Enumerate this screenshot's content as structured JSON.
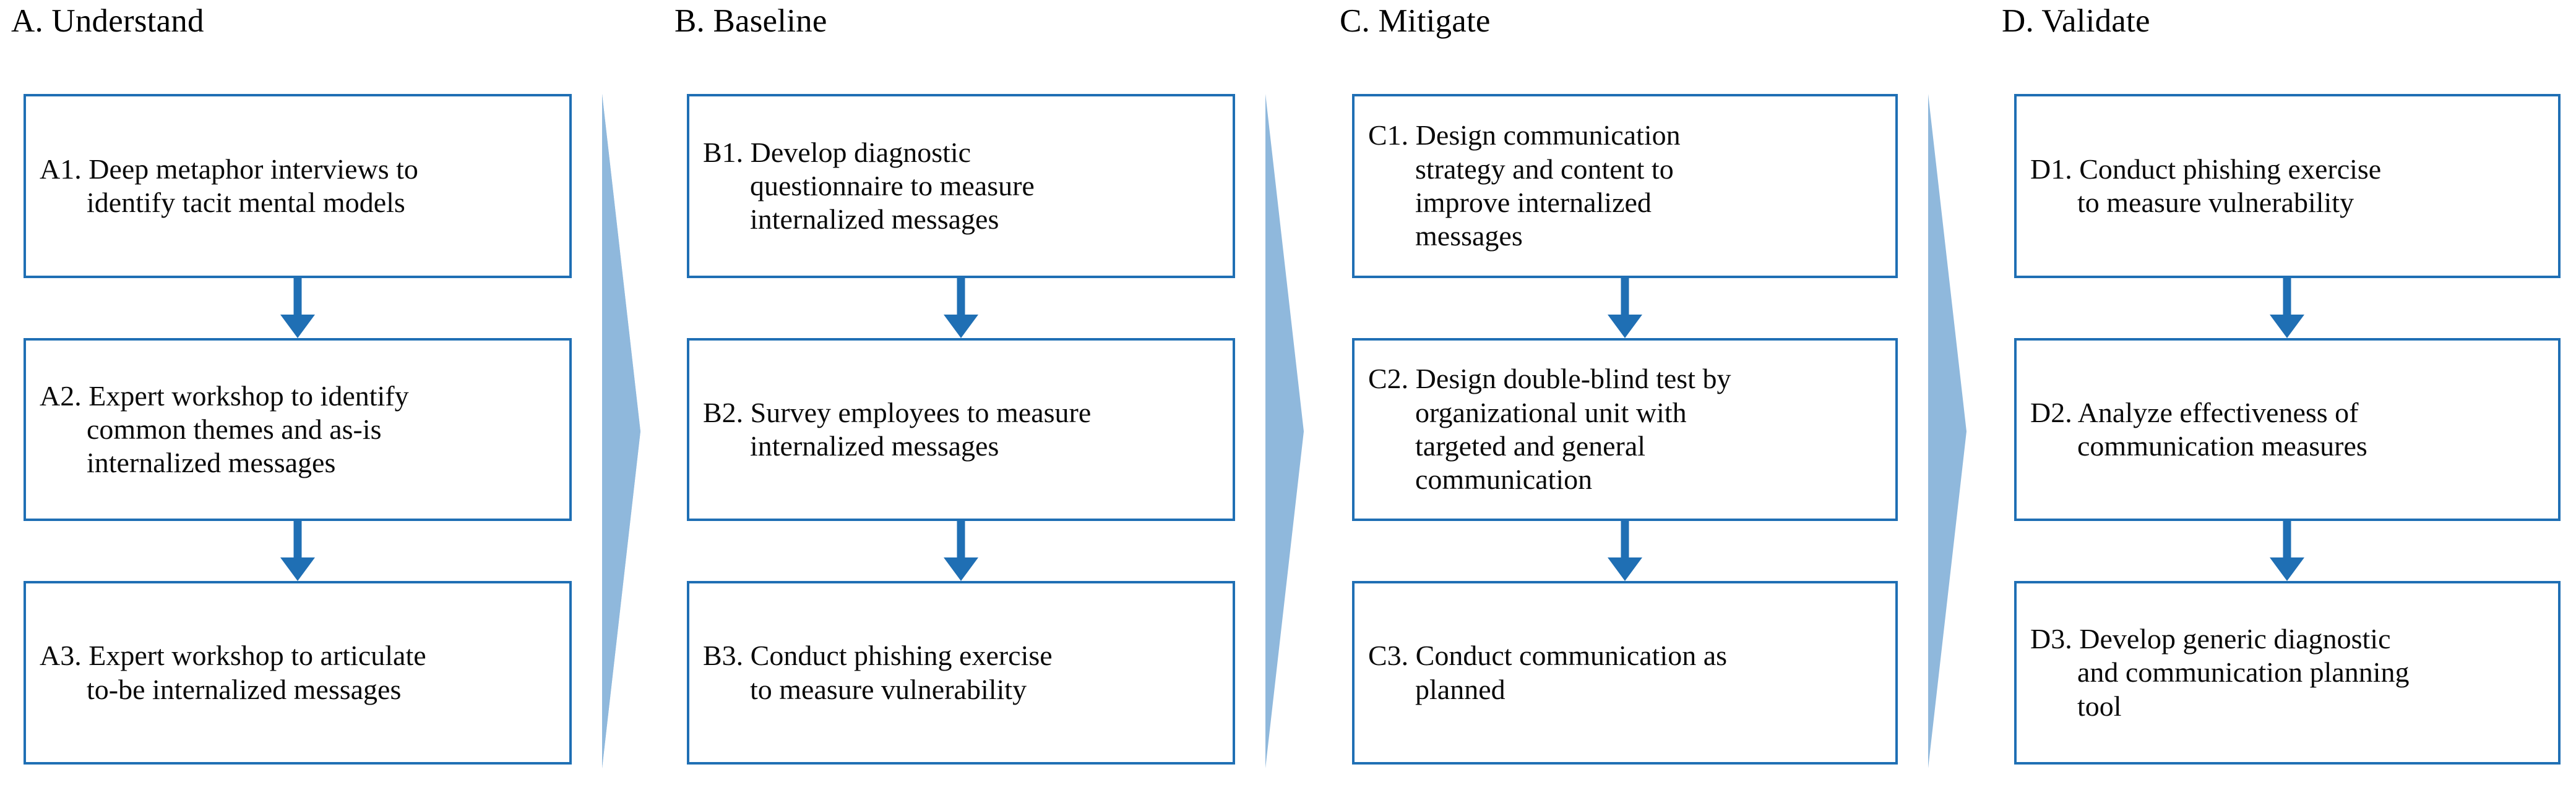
{
  "diagram": {
    "title_note": "Four-phase research approach flow diagram",
    "accent_border_color": "#1F6FB4",
    "chevron_color": "#8FB8DC",
    "background_color": "#FFFFFF",
    "columns": [
      {
        "id": "A",
        "heading": "A. Understand",
        "steps": [
          {
            "id": "A1",
            "label": "A1.",
            "text": "A1. Deep metaphor interviews to\nidentify tacit mental models"
          },
          {
            "id": "A2",
            "label": "A2.",
            "text": "A2. Expert workshop to identify\ncommon themes and as-is\ninternalized messages"
          },
          {
            "id": "A3",
            "label": "A3.",
            "text": "A3. Expert workshop to articulate\nto-be internalized messages"
          }
        ]
      },
      {
        "id": "B",
        "heading": "B. Baseline",
        "steps": [
          {
            "id": "B1",
            "label": "B1.",
            "text": "B1.  Develop diagnostic\nquestionnaire to measure\ninternalized messages"
          },
          {
            "id": "B2",
            "label": "B2.",
            "text": "B2.  Survey employees to measure\ninternalized messages"
          },
          {
            "id": "B3",
            "label": "B3.",
            "text": "B3.  Conduct phishing exercise\nto measure vulnerability"
          }
        ]
      },
      {
        "id": "C",
        "heading": "C. Mitigate",
        "steps": [
          {
            "id": "C1",
            "label": "C1.",
            "text": "C1.  Design  communication\nstrategy and content to\nimprove internalized\nmessages"
          },
          {
            "id": "C2",
            "label": "C2.",
            "text": "C2.  Design double-blind test by\norganizational unit with\ntargeted and general\ncommunication"
          },
          {
            "id": "C3",
            "label": "C3.",
            "text": "C3.  Conduct communication as\nplanned"
          }
        ]
      },
      {
        "id": "D",
        "heading": "D. Validate",
        "steps": [
          {
            "id": "D1",
            "label": "D1.",
            "text": "D1. Conduct phishing exercise\nto measure vulnerability"
          },
          {
            "id": "D2",
            "label": "D2.",
            "text": "D2. Analyze effectiveness of\ncommunication measures"
          },
          {
            "id": "D3",
            "label": "D3.",
            "text": "D3. Develop generic diagnostic\nand communication planning\ntool"
          }
        ]
      }
    ],
    "phase_connectors": [
      {
        "id": "A-to-B",
        "from": "A",
        "to": "B"
      },
      {
        "id": "B-to-C",
        "from": "B",
        "to": "C"
      },
      {
        "id": "C-to-D",
        "from": "C",
        "to": "D"
      }
    ]
  }
}
